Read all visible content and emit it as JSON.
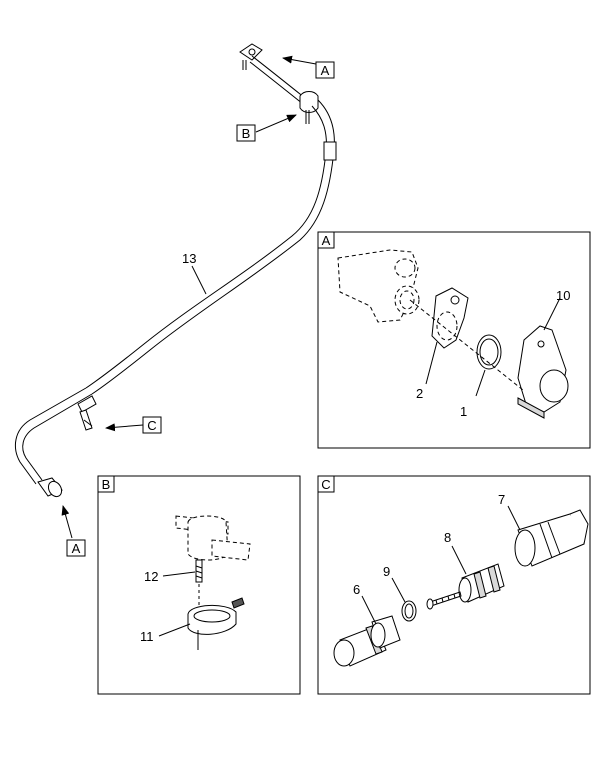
{
  "callouts": {
    "main_top": "A",
    "main_upper_fitting": "B",
    "main_side_valve": "C",
    "main_bottom": "A"
  },
  "panels": {
    "a": {
      "tag": "A",
      "labels": {
        "p1": "1",
        "p2": "2",
        "p10": "10"
      }
    },
    "b": {
      "tag": "B",
      "labels": {
        "p11": "11",
        "p12": "12"
      }
    },
    "c": {
      "tag": "C",
      "labels": {
        "p6": "6",
        "p7": "7",
        "p8": "8",
        "p9": "9"
      }
    }
  },
  "hose": {
    "label": "13"
  }
}
